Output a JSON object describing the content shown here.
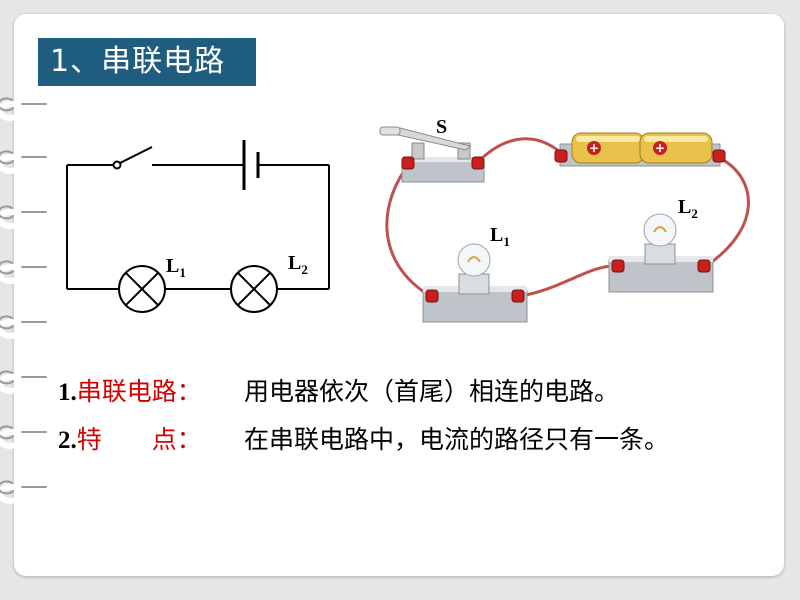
{
  "title": "1、串联电路",
  "schematic": {
    "lamp1_label": "L",
    "lamp1_sub": "1",
    "lamp2_label": "L",
    "lamp2_sub": "2"
  },
  "physical": {
    "switch_label": "S",
    "lamp1_label": "L",
    "lamp1_sub": "1",
    "lamp2_label": "L",
    "lamp2_sub": "2"
  },
  "points": [
    {
      "num": "1.",
      "key": "串联电路：",
      "desc": "用电器依次（首尾）相连的电路。"
    },
    {
      "num": "2.",
      "key": "特　　点：",
      "desc": "在串联电路中，电流的路径只有一条。"
    }
  ],
  "colors": {
    "title_bg": "#1f5d80",
    "key_text": "#d40000",
    "wire": "#c0504d",
    "battery": "#e8c24a"
  }
}
